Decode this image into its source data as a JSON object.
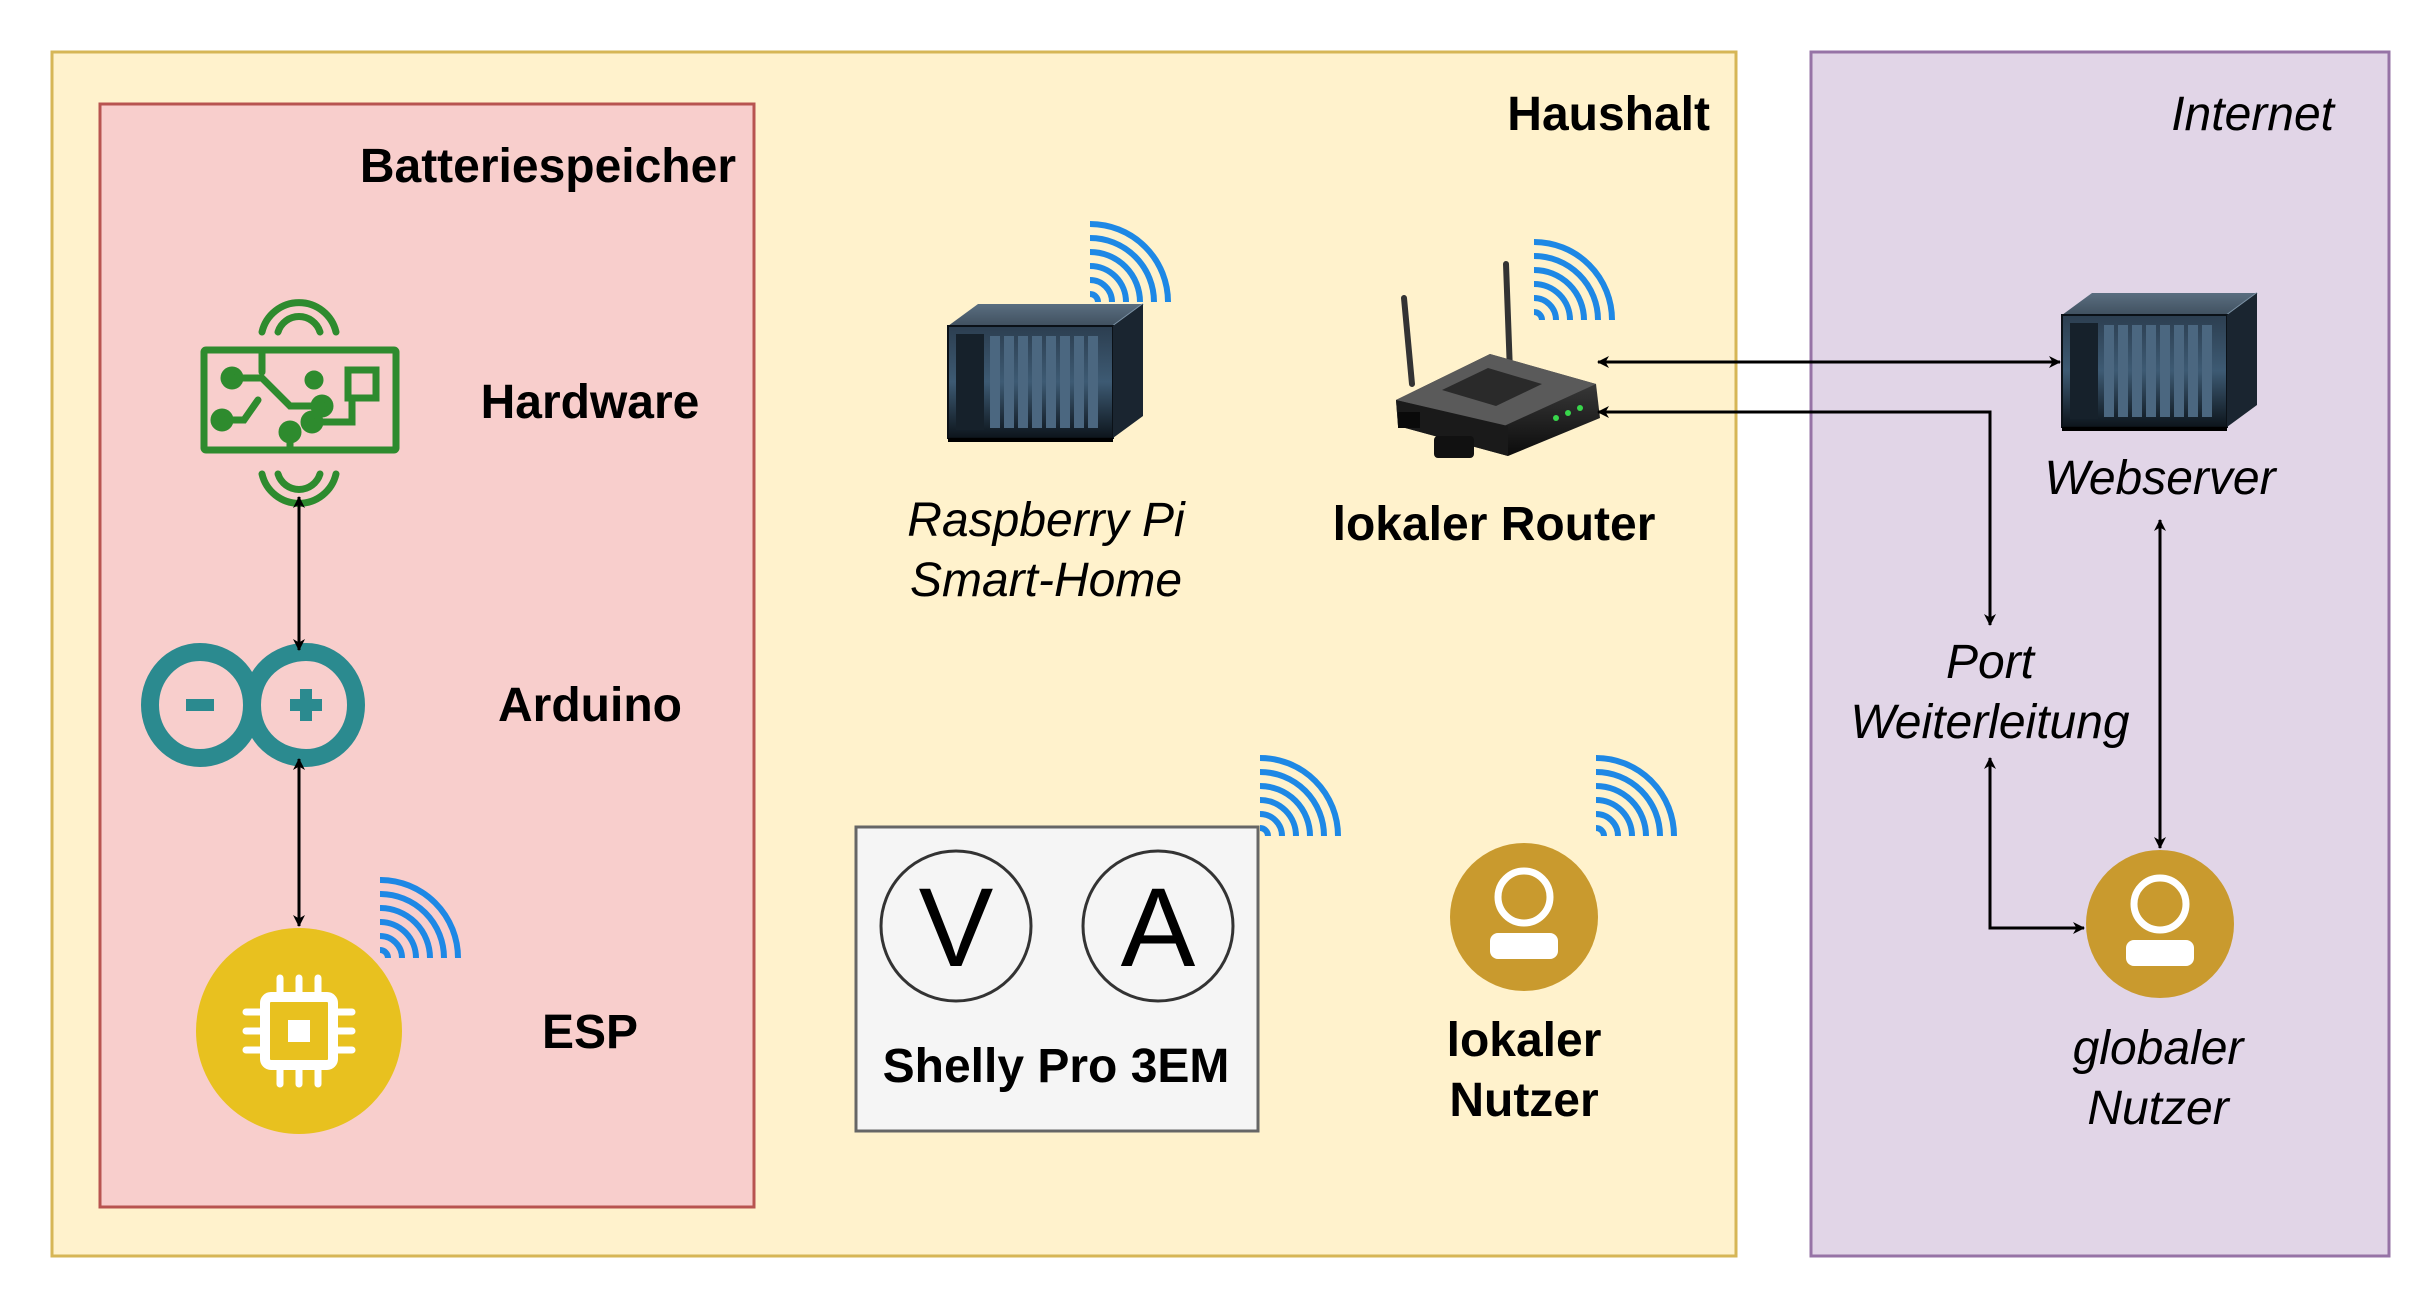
{
  "colors": {
    "haushalt_fill": "#fff2cc",
    "haushalt_stroke": "#d6b656",
    "batterie_fill": "#f8cecc",
    "batterie_stroke": "#b85450",
    "internet_fill": "#e1d5e7",
    "internet_stroke": "#9673a6",
    "shelly_fill": "#f5f5f5",
    "shelly_stroke": "#666666",
    "wifi": "#1e88e5",
    "pcb_green": "#2e8b2e",
    "arduino_teal": "#2b8a8f",
    "esp_yellow": "#e8c11f",
    "user_gold": "#c99a2e",
    "arrow": "#000000"
  },
  "groups": {
    "haushalt": "Haushalt",
    "batteriespeicher": "Batteriespeicher",
    "internet": "Internet"
  },
  "nodes": {
    "hardware": "Hardware",
    "arduino": "Arduino",
    "esp": "ESP",
    "raspberry_line1": "Raspberry Pi",
    "raspberry_line2": "Smart-Home",
    "router": "lokaler Router",
    "shelly": "Shelly Pro 3EM",
    "shelly_v": "V",
    "shelly_a": "A",
    "local_user_line1": "lokaler",
    "local_user_line2": "Nutzer",
    "webserver": "Webserver",
    "port_line1": "Port",
    "port_line2": "Weiterleitung",
    "global_user_line1": "globaler",
    "global_user_line2": "Nutzer"
  },
  "icons": {
    "pcb": "circuit-board-icon",
    "arduino": "arduino-infinity-icon",
    "esp": "microchip-icon",
    "server": "rack-server-icon",
    "router": "wifi-router-icon",
    "user": "user-avatar-icon",
    "wifi": "wifi-signal-icon"
  }
}
